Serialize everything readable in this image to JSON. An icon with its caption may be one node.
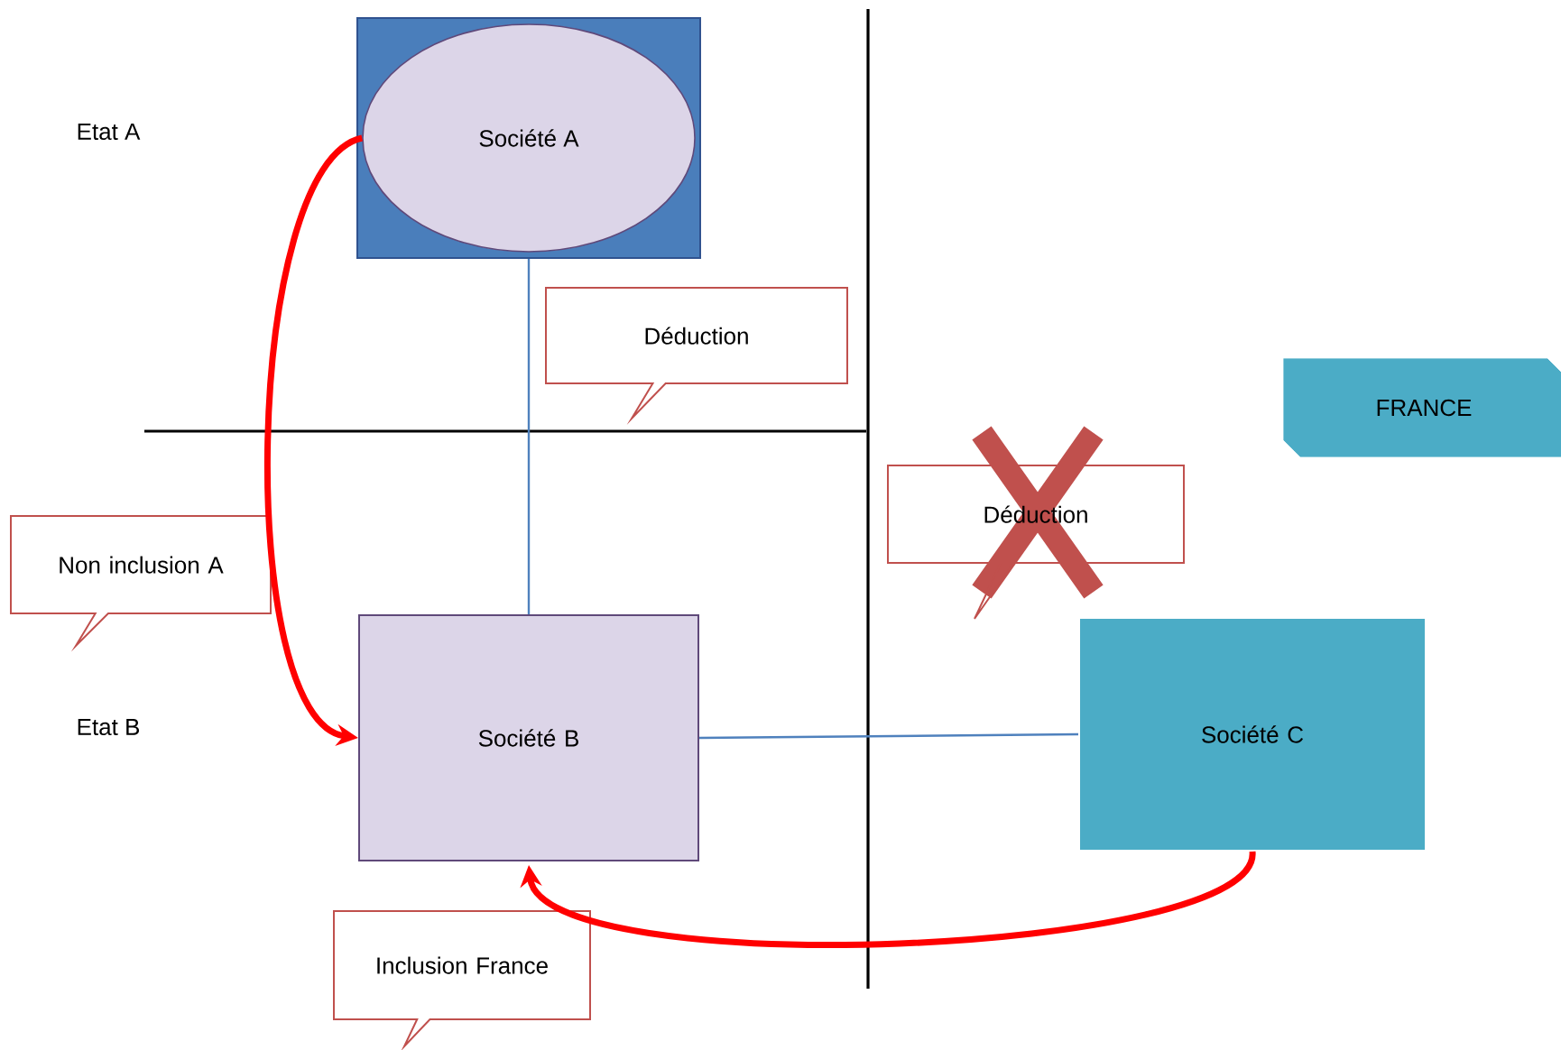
{
  "diagram": {
    "nodes": [
      {
        "text": [],
        "shape": "box"
      },
      {
        "text": [
          "Société A"
        ],
        "in": 0
      },
      {
        "text": [
          "Société B"
        ]
      },
      {
        "text": [
          "Société C"
        ]
      },
      {
        "text": [
          "Déduction"
        ]
      },
      {
        "text": [
          "Déduction"
        ]
      },
      {
        "text": [
          "Non inclusion A"
        ]
      },
      {
        "text": [
          "Inclusion France"
        ]
      },
      {
        "text": [
          "FRANCE"
        ]
      }
    ],
    "edges": [
      {
        "from": 0,
        "to": 2,
        "arrow": "none",
        "color": "#4f81bd"
      },
      {
        "from": 2,
        "to": 3,
        "arrow": "none",
        "color": "#4f81bd"
      },
      {
        "from": 1,
        "to": 2,
        "arrow": "to",
        "style": "thick",
        "color": "#ff0000"
      },
      {
        "from": 3,
        "to": 2,
        "arrow": "to",
        "style": "thick",
        "color": "#ff0000"
      }
    ],
    "labels": [
      "Etat A",
      "Etat B"
    ]
  }
}
